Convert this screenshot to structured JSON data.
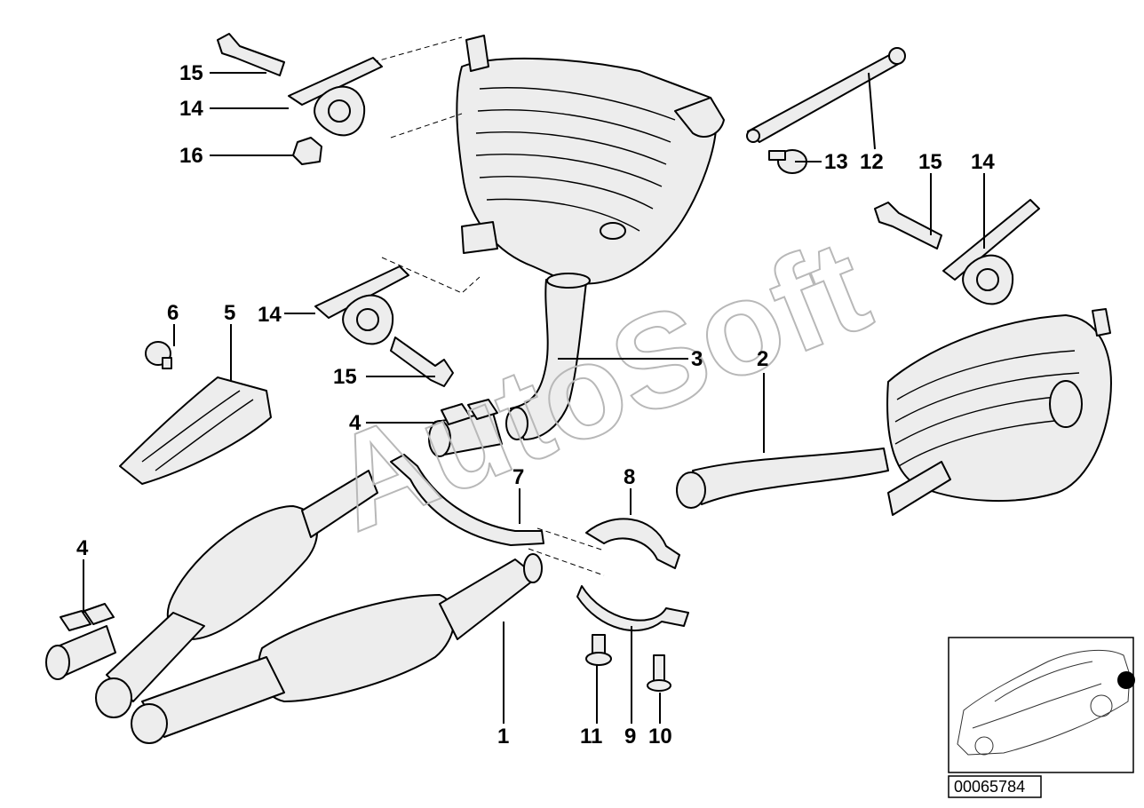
{
  "watermark": "AutoSoft",
  "document_id": "00065784",
  "callouts": {
    "c15a": "15",
    "c14a": "14",
    "c16": "16",
    "c13": "13",
    "c12": "12",
    "c15b": "15",
    "c14b": "14",
    "c6": "6",
    "c5": "5",
    "c14c": "14",
    "c15c": "15",
    "c3": "3",
    "c2": "2",
    "c4a": "4",
    "c7": "7",
    "c8": "8",
    "c4b": "4",
    "c1": "1",
    "c11": "11",
    "c9": "9",
    "c10": "10"
  },
  "colors": {
    "line": "#000000",
    "part_fill": "#ededed",
    "watermark": "#b8b8b8"
  }
}
